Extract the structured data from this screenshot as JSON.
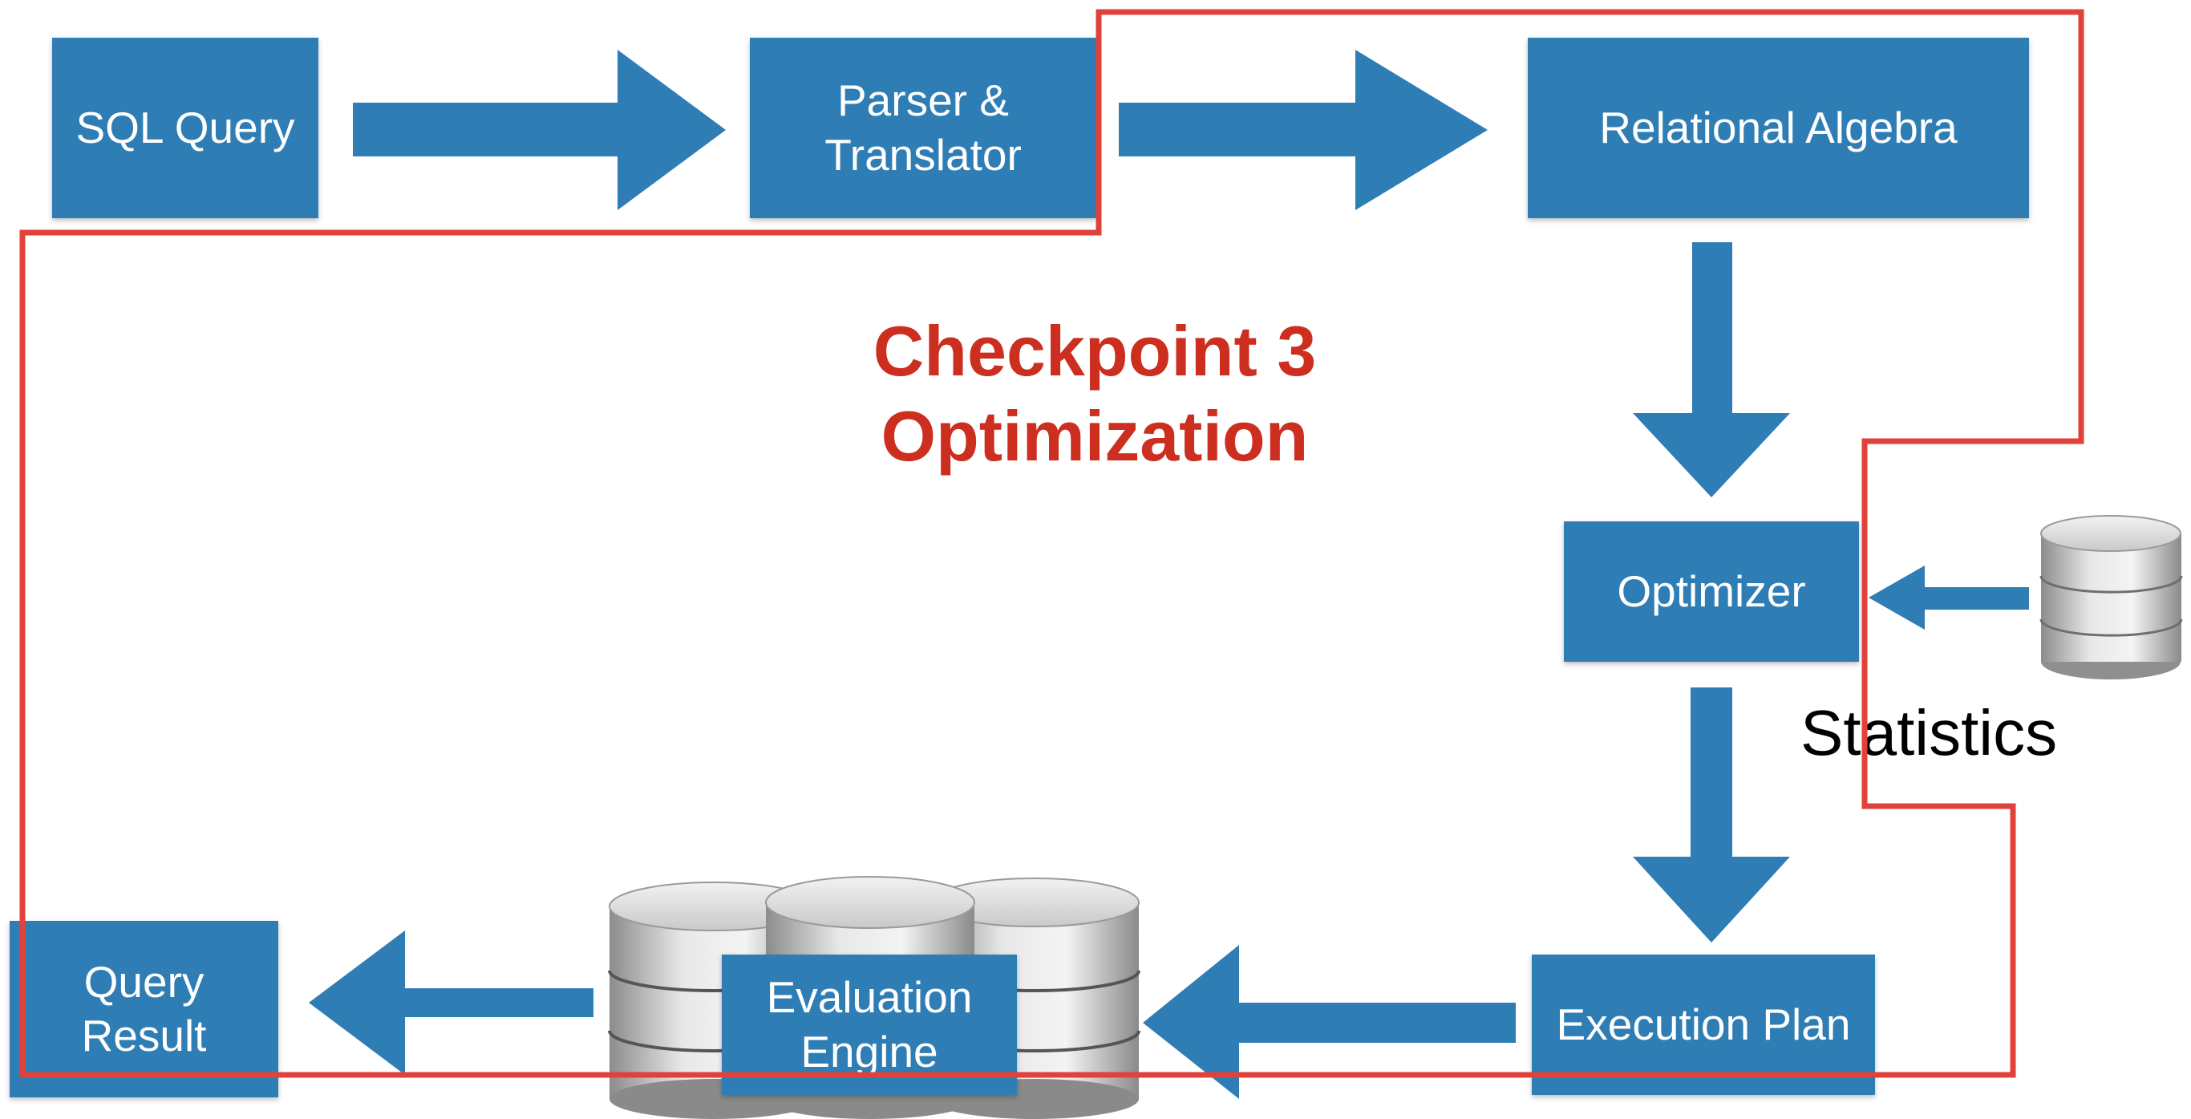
{
  "diagram": {
    "nodes": {
      "sql_query": "SQL Query",
      "parser_translator": "Parser &\nTranslator",
      "relational_algebra": "Relational Algebra",
      "optimizer": "Optimizer",
      "execution_plan": "Execution Plan",
      "evaluation_engine": "Evaluation\nEngine",
      "query_result": "Query\nResult"
    },
    "statistics_label": "Statistics",
    "checkpoint": {
      "line1": "Checkpoint 3",
      "line2": "Optimization"
    },
    "colors": {
      "box": "#2f7db5",
      "arrow": "#2f7db5",
      "highlight": "#e0413a",
      "checkpoint_text": "#cc2e1f"
    },
    "icons": [
      "database-icon",
      "database-cluster-icon"
    ]
  }
}
